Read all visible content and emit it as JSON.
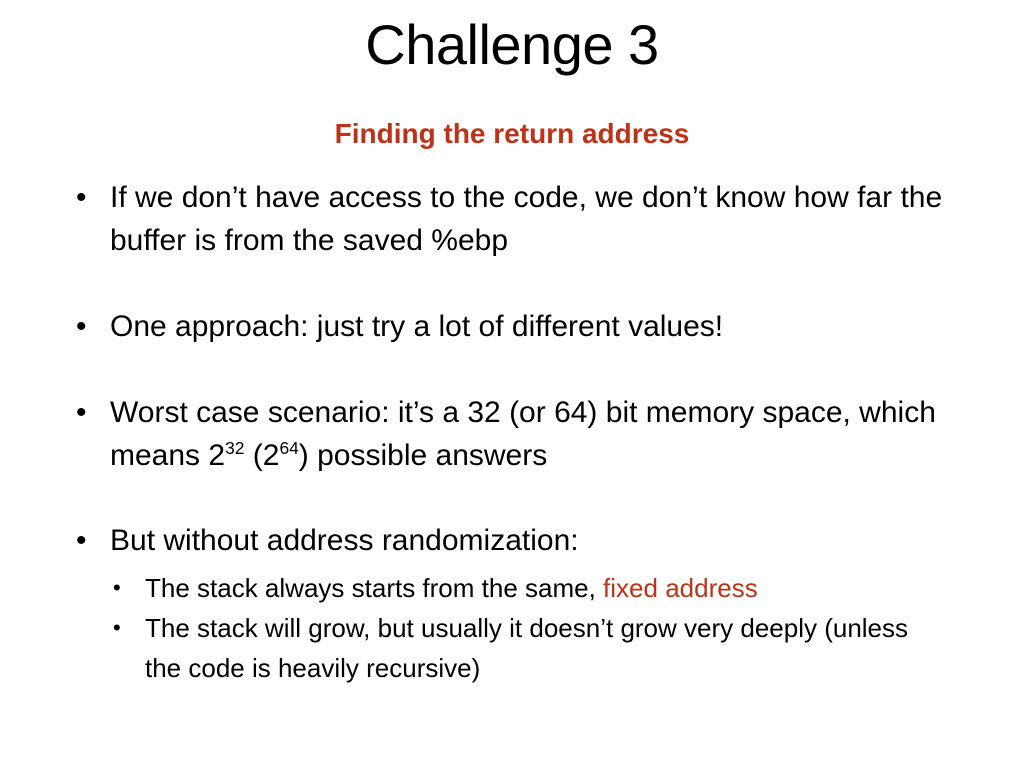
{
  "slide": {
    "title": "Challenge 3",
    "subtitle": "Finding the return address",
    "bullet_marker": "•",
    "sub_bullet_marker": "•",
    "colors": {
      "background": "#FFFFFF",
      "text": "#000000",
      "accent_red": "#BE3318"
    },
    "bullets": [
      {
        "text": "If we don’t have access to the code, we don’t know how far the buffer is from the saved %ebp"
      },
      {
        "text": "One approach: just try a lot of different values!"
      },
      {
        "text_before_sup1": "Worst case scenario: it’s a 32 (or 64) bit memory space, which means 2",
        "sup1": "32",
        "text_between": " (2",
        "sup2": "64",
        "text_after": ") possible answers"
      },
      {
        "text": "But without address randomization:"
      }
    ],
    "sub_bullets": [
      {
        "text_black": "The stack always starts from the same, ",
        "text_red": "fixed address"
      },
      {
        "text_black": "The stack will grow, but usually it doesn’t grow very deeply (unless the code is heavily recursive)",
        "text_red": ""
      }
    ]
  }
}
